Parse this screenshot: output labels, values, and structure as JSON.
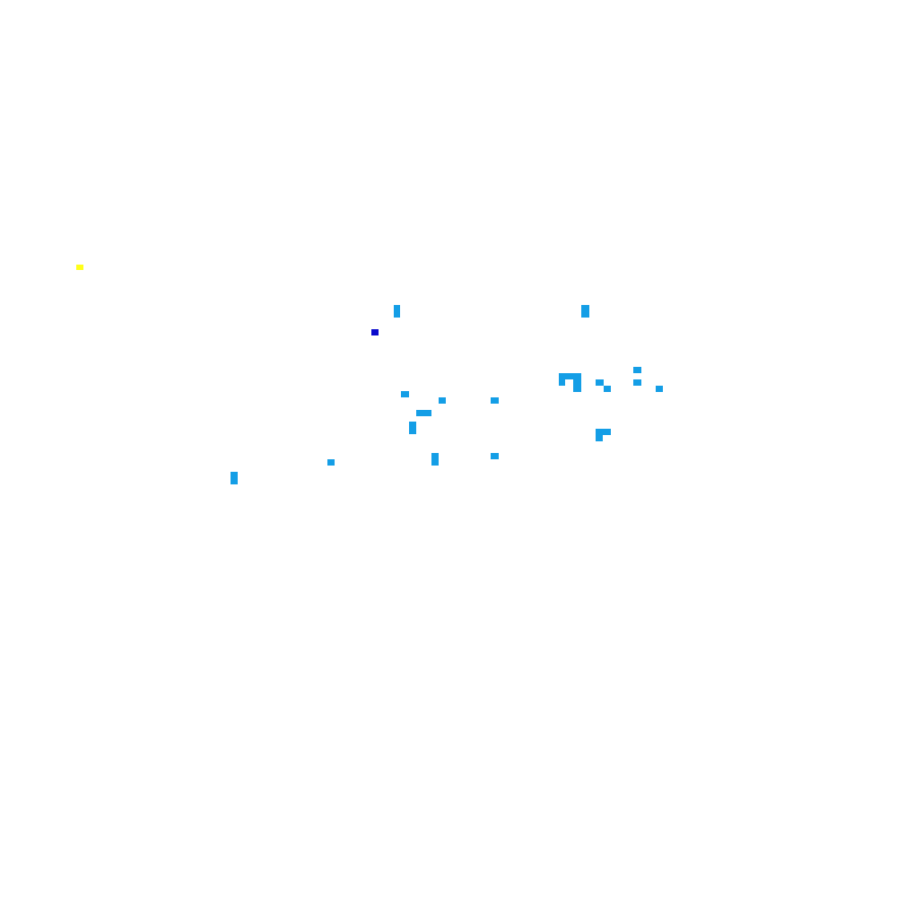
{
  "background_color": "#ffffff",
  "palette": {
    "marker": "#ffff1a",
    "focus": "#0a0acc",
    "cell": "#149ee6"
  },
  "pixel_groups": [
    {
      "name": "yellow-pixel",
      "color_key": "marker",
      "count": 1
    },
    {
      "name": "dark-blue-pixel",
      "color_key": "focus",
      "count": 1
    },
    {
      "name": "light-blue-pixel",
      "color_key": "cell",
      "count": 20
    }
  ]
}
